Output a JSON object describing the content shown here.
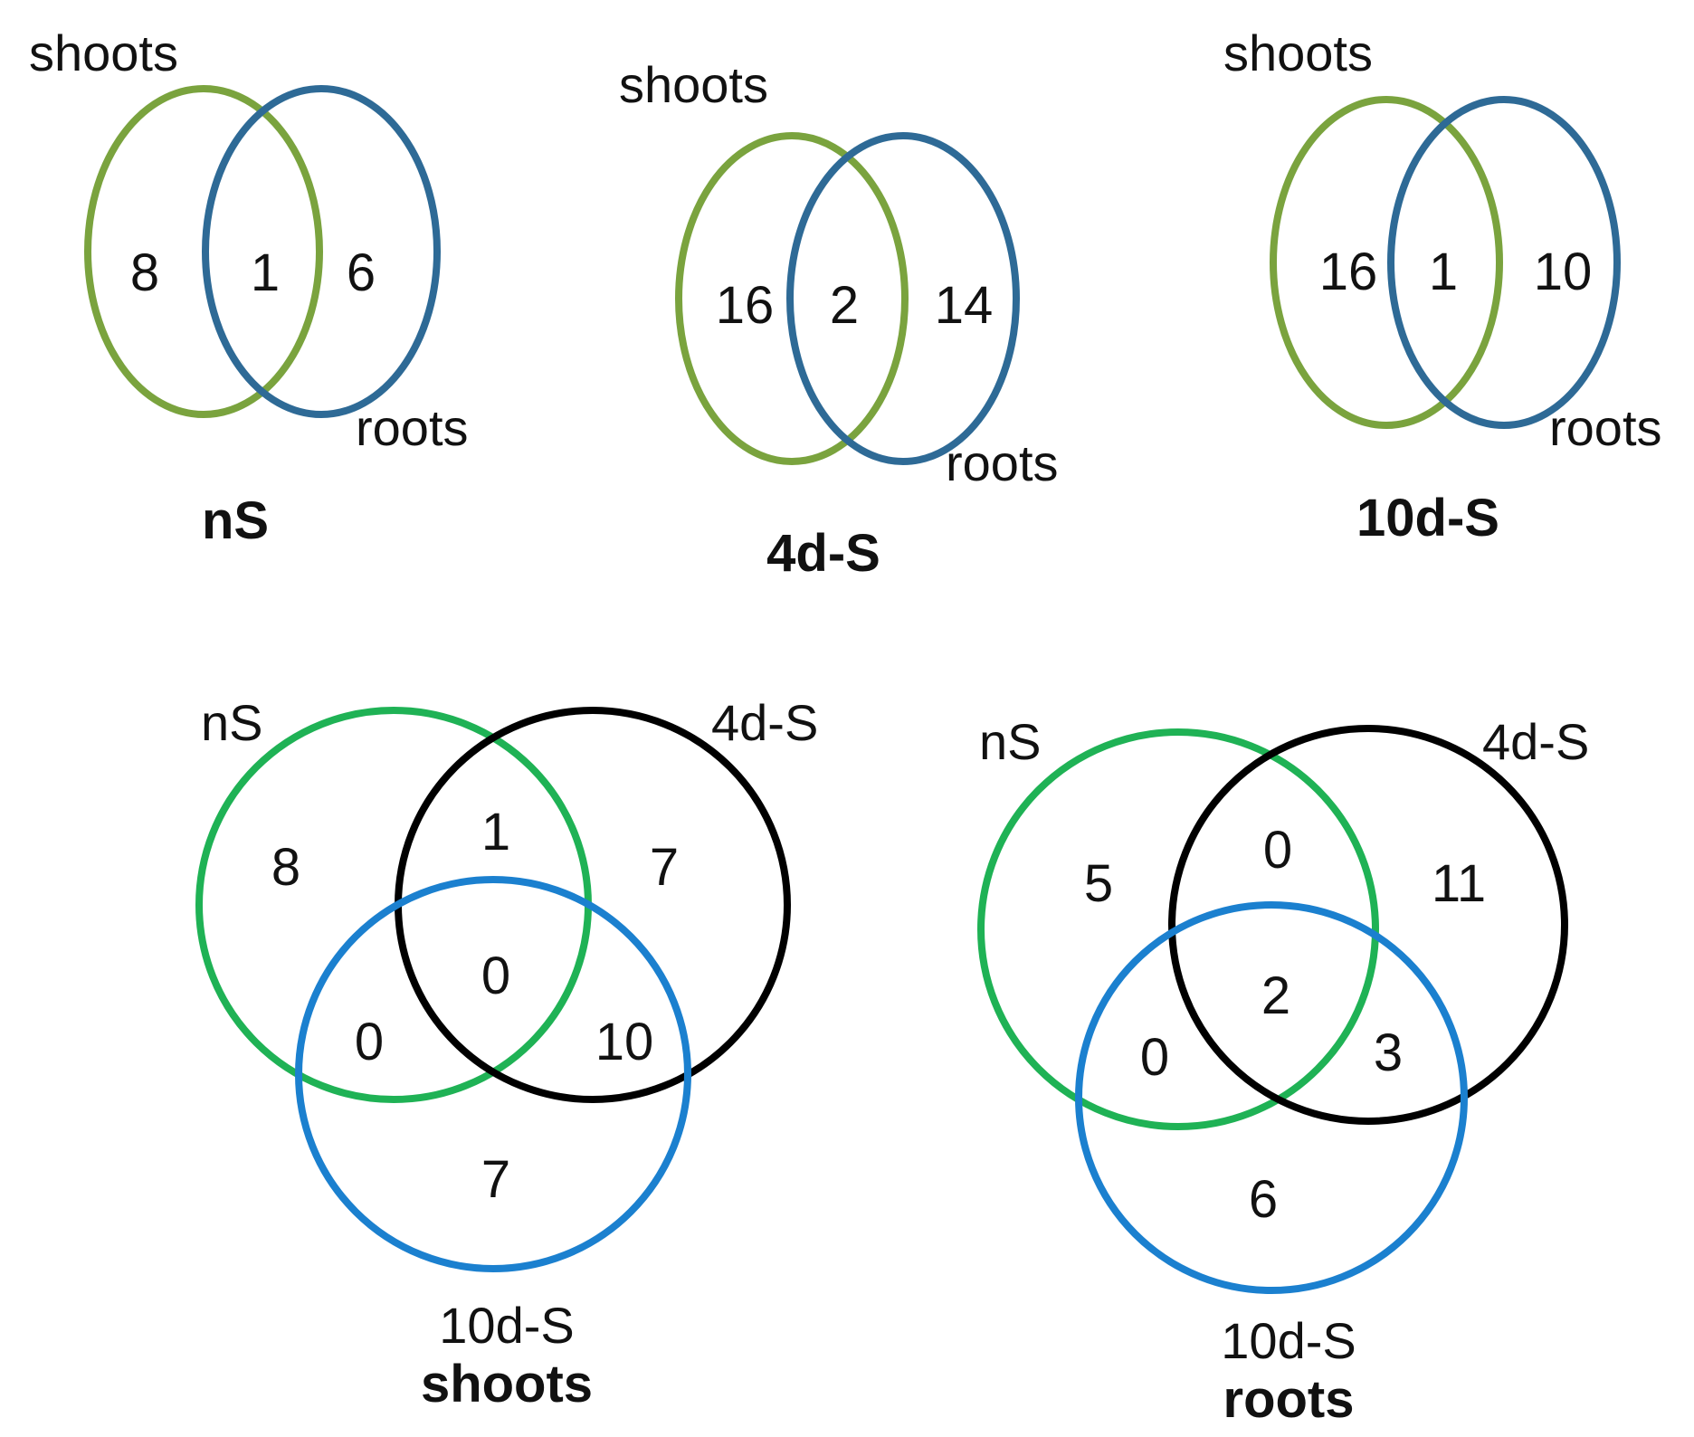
{
  "colors": {
    "shoots_ring": "#7aa33e",
    "roots_ring": "#2e6a96",
    "nS_ring": "#1fb255",
    "d4_ring": "#000000",
    "d10_ring": "#1b80cf"
  },
  "top_row": [
    {
      "title": "nS",
      "set_a": "shoots",
      "set_b": "roots",
      "only_a": "8",
      "both": "1",
      "only_b": "6"
    },
    {
      "title": "4d-S",
      "set_a": "shoots",
      "set_b": "roots",
      "only_a": "16",
      "both": "2",
      "only_b": "14"
    },
    {
      "title": "10d-S",
      "set_a": "shoots",
      "set_b": "roots",
      "only_a": "16",
      "both": "1",
      "only_b": "10"
    }
  ],
  "bottom_row": [
    {
      "title": "shoots",
      "set_a": "nS",
      "set_b": "4d-S",
      "set_c": "10d-S",
      "only_a": "8",
      "ab": "1",
      "only_b": "7",
      "abc": "0",
      "ac": "0",
      "bc": "10",
      "only_c": "7"
    },
    {
      "title": "roots",
      "set_a": "nS",
      "set_b": "4d-S",
      "set_c": "10d-S",
      "only_a": "5",
      "ab": "0",
      "only_b": "11",
      "abc": "2",
      "ac": "0",
      "bc": "3",
      "only_c": "6"
    }
  ]
}
